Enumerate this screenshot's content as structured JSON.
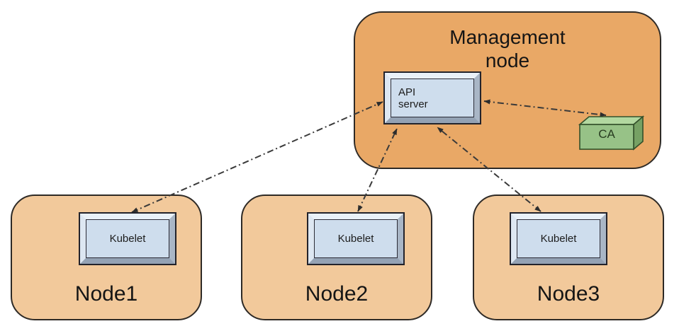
{
  "diagram": {
    "title": "Management\nnode",
    "management_node": {
      "label": "Management node",
      "fill": "#e9a866",
      "api_server": {
        "label": "API\nserver",
        "face_fill": "#cedded"
      },
      "ca": {
        "label": "CA",
        "front_fill": "#97c287",
        "top_fill": "#b2d8a0",
        "side_fill": "#76a164"
      }
    },
    "worker_nodes": [
      {
        "label": "Node1",
        "kubelet_label": "Kubelet"
      },
      {
        "label": "Node2",
        "kubelet_label": "Kubelet"
      },
      {
        "label": "Node3",
        "kubelet_label": "Kubelet"
      }
    ],
    "worker_fill": "#f2c99b",
    "arrow_color": "#3a3a3a",
    "arrow_style": "dash-dot, arrowheads on both ends",
    "connections": [
      {
        "from": "Kubelet (Node1)",
        "to": "API server",
        "bidirectional": true
      },
      {
        "from": "Kubelet (Node2)",
        "to": "API server",
        "bidirectional": true
      },
      {
        "from": "Kubelet (Node3)",
        "to": "API server",
        "bidirectional": true
      },
      {
        "from": "API server",
        "to": "CA",
        "bidirectional": true
      }
    ]
  }
}
